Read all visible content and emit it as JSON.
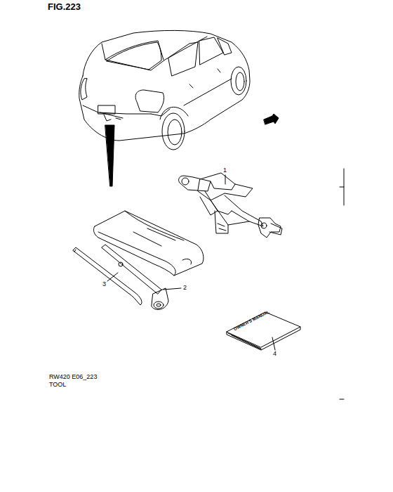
{
  "diagram": {
    "title": "FIG.223",
    "labels": [
      "1",
      "2",
      "3",
      "4",
      "OWNER'S MANUAL",
      "RW420 E06_223",
      "TOOL"
    ]
  }
}
